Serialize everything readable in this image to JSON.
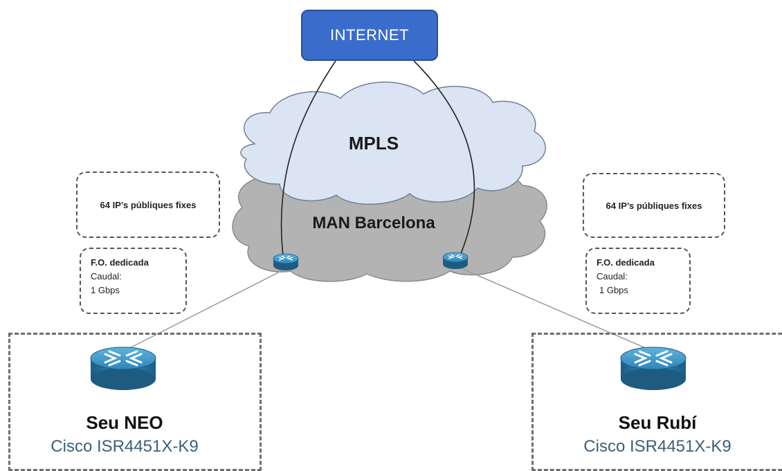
{
  "internet": {
    "label": "INTERNET"
  },
  "clouds": {
    "mpls": {
      "label": "MPLS"
    },
    "man": {
      "label": "MAN Barcelona"
    }
  },
  "left": {
    "public_ips": "64 IP’s públiques fixes",
    "fiber": {
      "title": "F.O. dedicada",
      "flow_label": "Caudal:",
      "speed": "1 Gbps"
    },
    "site": {
      "name": "Seu NEO",
      "model": "Cisco ISR4451X-K9"
    }
  },
  "right": {
    "public_ips": "64 IP’s públiques fixes",
    "fiber": {
      "title": "F.O. dedicada",
      "flow_label": "Caudal:",
      "speed": "1 Gbps"
    },
    "site": {
      "name": "Seu Rubí",
      "model": "Cisco ISR4451X-K9"
    }
  },
  "colors": {
    "internet_fill": "#3a6ccb",
    "mpls_cloud": "#dbe4f3",
    "man_cloud": "#b3b3b3",
    "router_top": "#2e86b8",
    "model_text": "#3c5f7a"
  }
}
